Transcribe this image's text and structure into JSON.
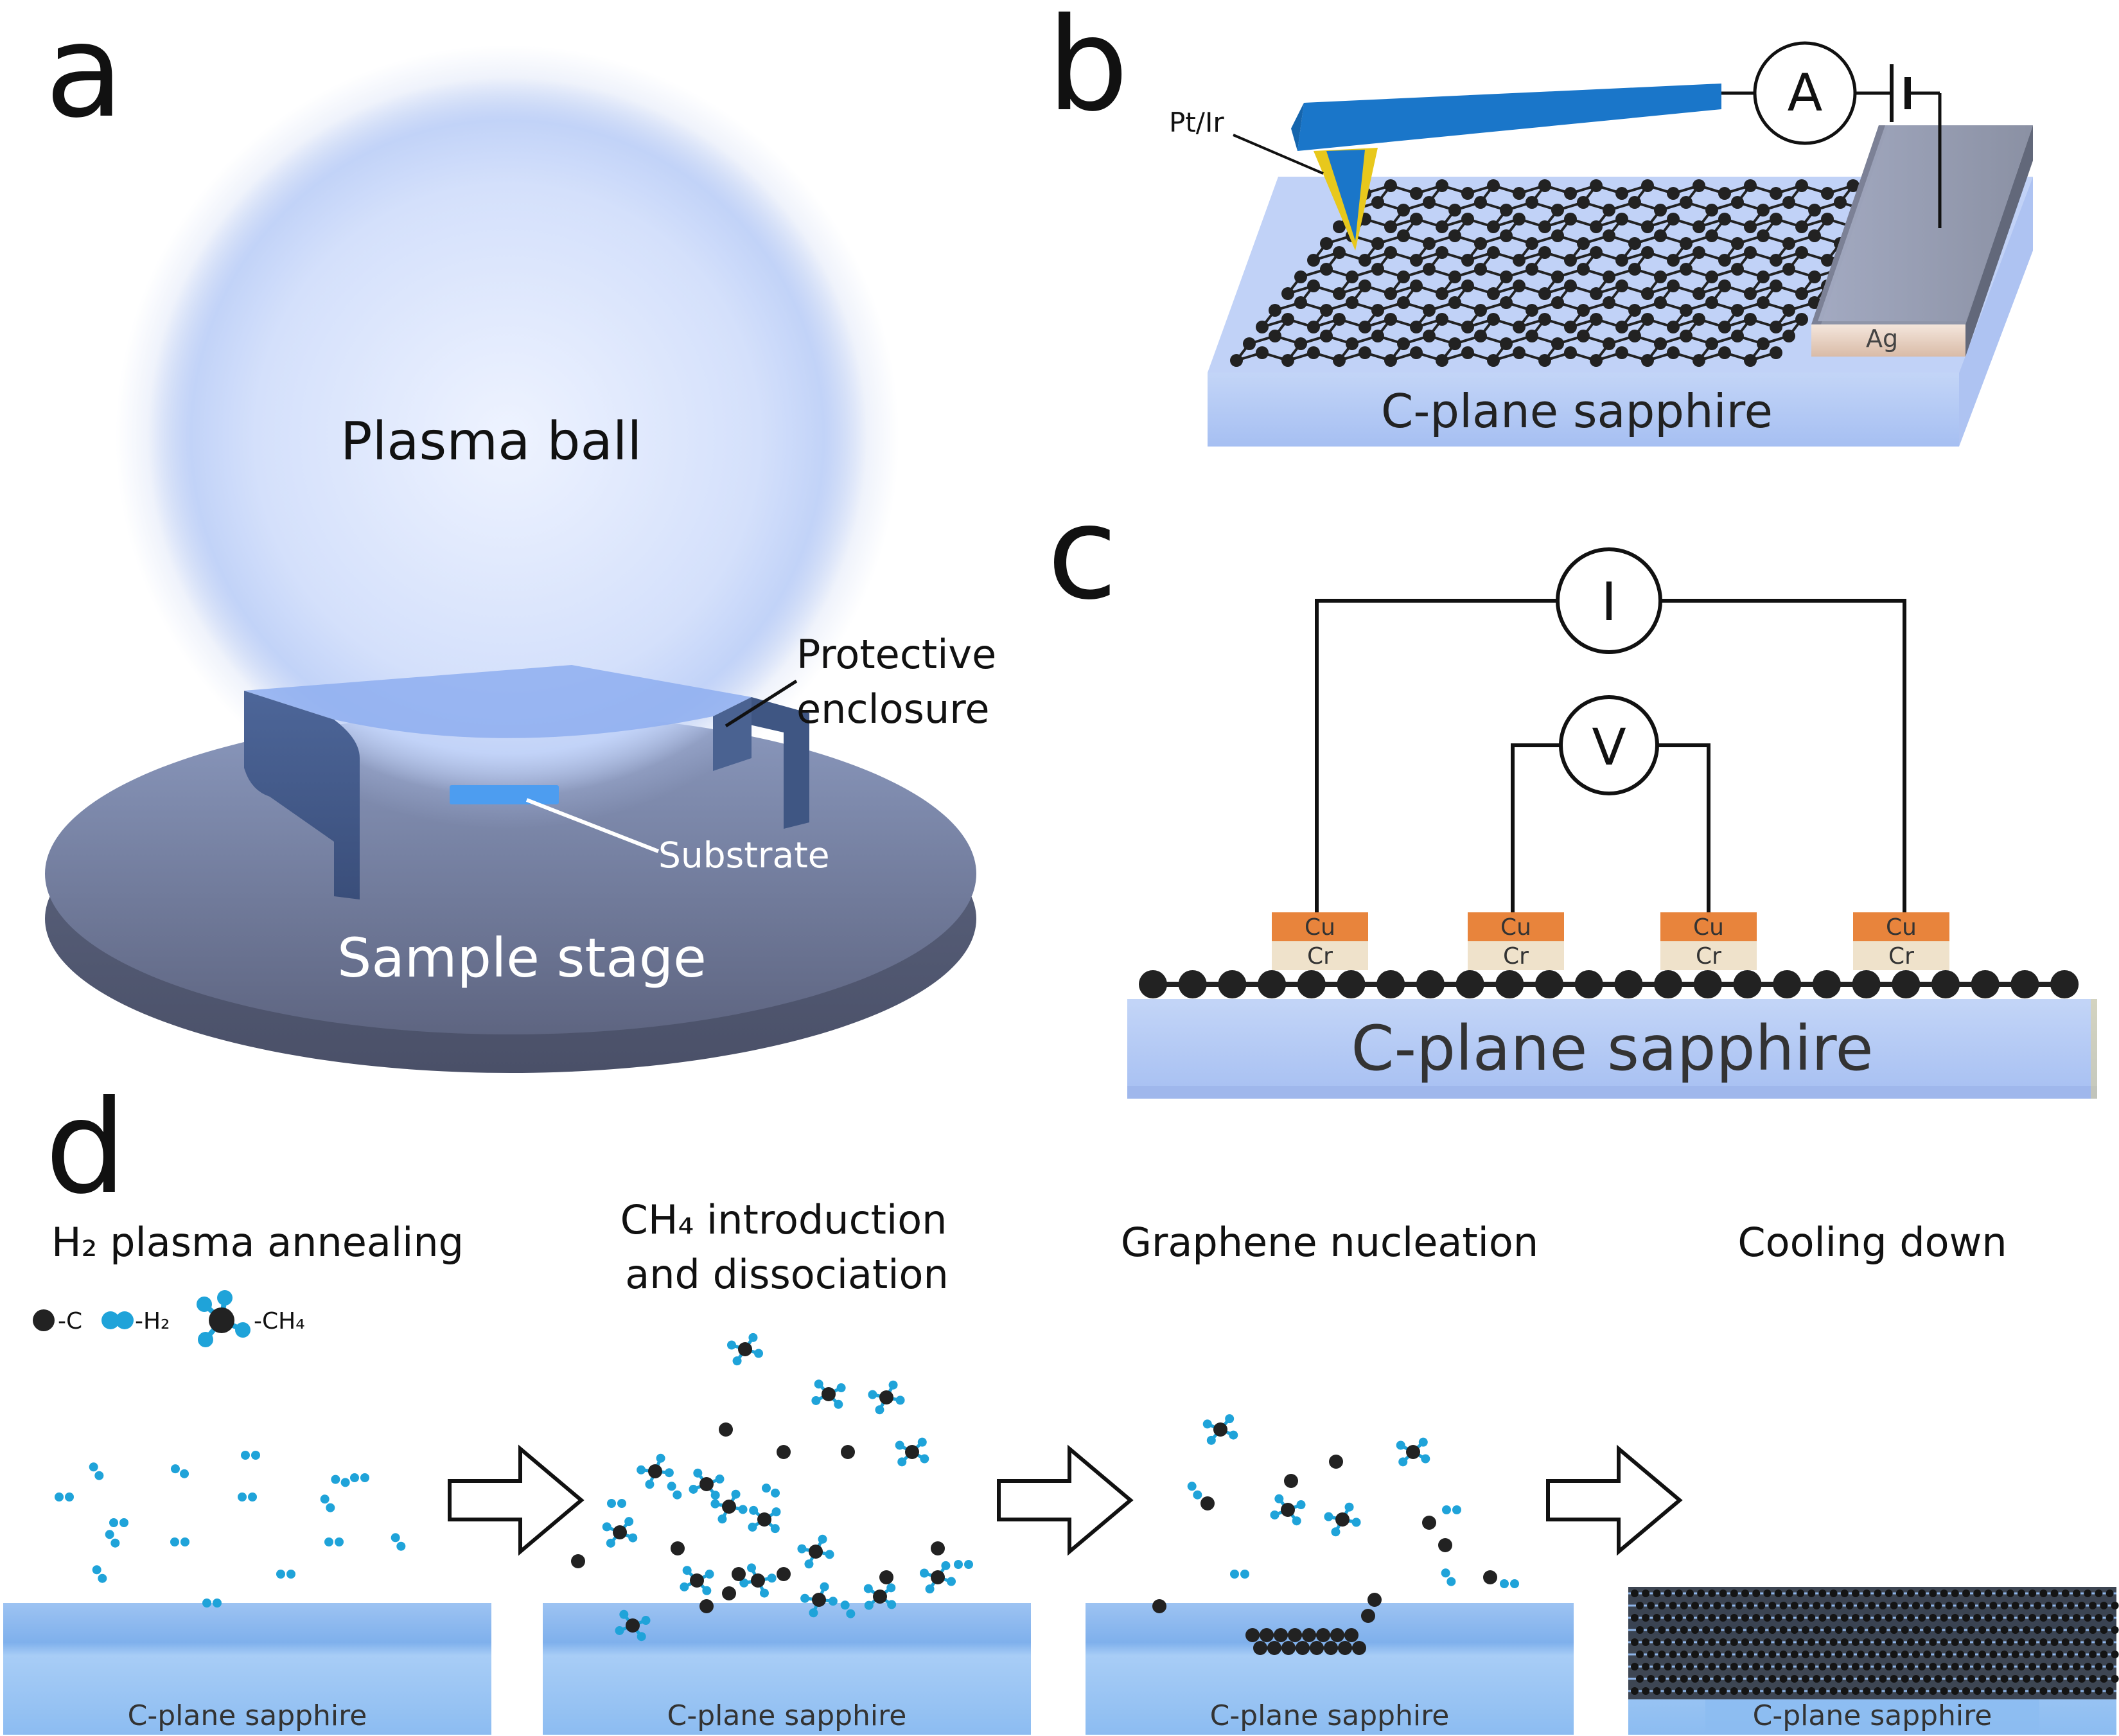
{
  "panel_a": {
    "letter": "a",
    "plasma_ball": "Plasma ball",
    "enclosure_line1": "Protective",
    "enclosure_line2": "enclosure",
    "substrate": "Substrate",
    "stage": "Sample stage"
  },
  "panel_b": {
    "letter": "b",
    "tip": "Pt/Ir",
    "ammeter": "A",
    "electrode": "Ag",
    "substrate": "C-plane sapphire"
  },
  "panel_c": {
    "letter": "c",
    "current_meter": "I",
    "voltage_meter": "V",
    "contact_top": "Cu",
    "contact_bottom": "Cr",
    "substrate": "C-plane sapphire"
  },
  "panel_d": {
    "letter": "d",
    "step1": "H₂ plasma annealing",
    "step2_line1": "CH₄ introduction",
    "step2_line2": "and dissociation",
    "step3": "Graphene nucleation",
    "step4": "Cooling down",
    "legend_c": "-C",
    "legend_h2": "-H₂",
    "legend_ch4": "-CH₄",
    "substrate": "C-plane sapphire"
  },
  "colors": {
    "sapphire": "#a9c4f3",
    "graphene": "#222222",
    "hydrogen": "#1fa3d9",
    "cantilever": "#1a76c9",
    "tip_coating": "#e8c81c",
    "cu": "#e8843c",
    "cr": "#efe2cb",
    "plasma": "#cfdcfa"
  },
  "icons": [
    "plasma-ball-icon",
    "ammeter-icon",
    "battery-icon",
    "voltmeter-icon",
    "arrow-icon"
  ]
}
